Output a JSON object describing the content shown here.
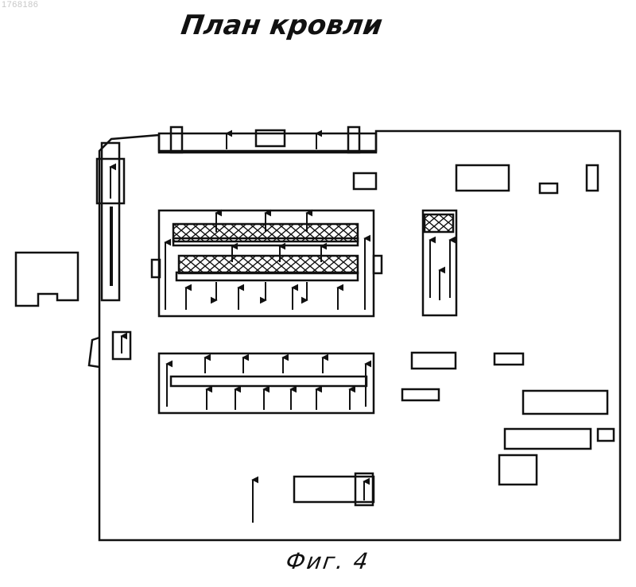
{
  "doc_id": "1768186",
  "title": "План кровли",
  "caption": "Фиг. 4",
  "colors": {
    "ink": "#111111",
    "paper": "#ffffff"
  }
}
